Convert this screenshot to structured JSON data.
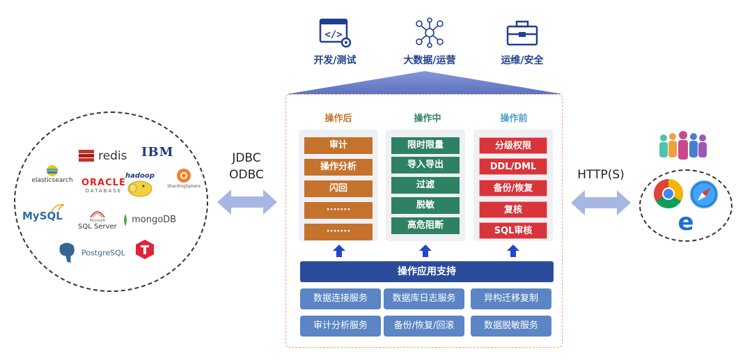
{
  "roles": [
    {
      "label": "开发/测试",
      "icon": "code-window-icon"
    },
    {
      "label": "大数据/运营",
      "icon": "network-people-icon"
    },
    {
      "label": "运维/安全",
      "icon": "toolbox-icon"
    }
  ],
  "databases": {
    "elasticsearch": "elasticsearch",
    "redis": "redis",
    "ibm": "IBM",
    "oracle": "ORACLE",
    "oracle_sub": "DATABASE",
    "hadoop": "hadoop",
    "sharding": "ShardingSphere",
    "mysql": "MySQL",
    "sqlserver_small": "Microsoft",
    "sqlserver": "SQL Server",
    "mongodb": "mongoDB",
    "postgresql": "PostgreSQL"
  },
  "left_connector": {
    "line1": "JDBC",
    "line2": "ODBC"
  },
  "right_connector": {
    "label": "HTTP(S)"
  },
  "columns": [
    {
      "title": "操作后",
      "color": "#c5722d",
      "items": [
        "审计",
        "操作分析",
        "闪回",
        "·······",
        "·······"
      ]
    },
    {
      "title": "操作中",
      "color": "#2f8163",
      "items": [
        "限时限量",
        "导入导出",
        "过滤",
        "脱敏",
        "高危阻断"
      ]
    },
    {
      "title": "操作前",
      "color": "#4a9fd0",
      "items": [
        "分级权限",
        "DDL/DML",
        "备份/恢复",
        "复核",
        "SQL审核"
      ]
    }
  ],
  "support": {
    "title": "操作应用支持"
  },
  "services": [
    [
      "数据连接服务",
      "数据库日志服务",
      "异构迁移复制"
    ],
    [
      "审计分析服务",
      "备份/恢复/回滚",
      "数据脱敏服务"
    ]
  ],
  "clients": {
    "people_icon": "people-group-icon",
    "browsers": [
      "chrome-icon",
      "safari-icon",
      "edge-icon"
    ]
  },
  "colors": {
    "frame_border": "#f0a070",
    "support_bar": "#2b4b9b",
    "service": "#5b85c4",
    "roof": "#6f84c8",
    "arrow": "#9fb2e0"
  }
}
